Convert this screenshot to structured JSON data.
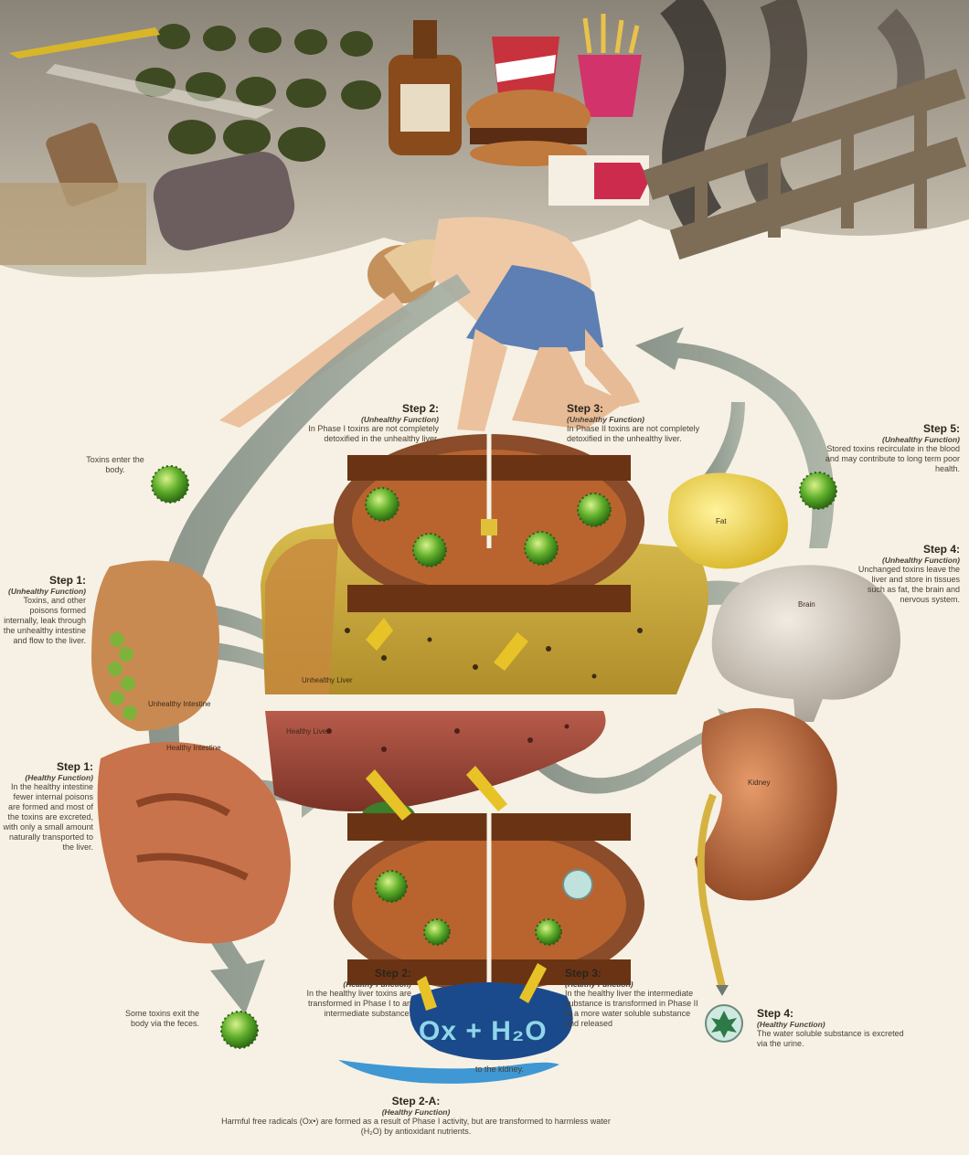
{
  "labels": {
    "fat": "Fat",
    "brain": "Brain",
    "unhealthy_liver": "Unhealthy Liver",
    "healthy_liver": "Healthy Liver",
    "unhealthy_intestine": "Unhealthy Intestine",
    "healthy_intestine": "Healthy Intestine",
    "kidney": "Kidney",
    "formula": "Ox + H₂O"
  },
  "captions": {
    "toxins_enter": "Toxins enter the body.",
    "step2_unhealthy": {
      "heading": "Step 2:",
      "sub": "(Unhealthy Function)",
      "body": "In Phase I toxins are not completely detoxified in the unhealthy liver."
    },
    "step3_unhealthy": {
      "heading": "Step 3:",
      "sub": "(Unhealthy Function)",
      "body": "In Phase II toxins are not completely detoxified in the unhealthy liver."
    },
    "step5_unhealthy": {
      "heading": "Step 5:",
      "sub": "(Unhealthy Function)",
      "body": "Stored toxins recirculate in the blood and may contribute to long term poor health."
    },
    "step4_unhealthy": {
      "heading": "Step 4:",
      "sub": "(Unhealthy Function)",
      "body": "Unchanged toxins leave the liver and store in tissues such as fat, the brain and nervous system."
    },
    "step1_unhealthy": {
      "heading": "Step 1:",
      "sub": "(Unhealthy Function)",
      "body": "Toxins, and other poisons formed internally, leak through the unhealthy intestine and flow to the liver."
    },
    "step1_healthy": {
      "heading": "Step 1:",
      "sub": "(Healthy Function)",
      "body": "In the healthy intestine fewer internal poisons are formed and most of the toxins are excreted, with only a small amount naturally transported to the liver."
    },
    "feces": "Some toxins exit the body via the feces.",
    "step2_healthy": {
      "heading": "Step 2:",
      "sub": "(Healthy Function)",
      "body": "In the healthy liver toxins are transformed in Phase I to an intermediate substance."
    },
    "step3_healthy": {
      "heading": "Step 3:",
      "sub": "(Healthy Function)",
      "body": "In the healthy liver the intermediate substance is transformed in Phase II to a more water soluble substance and released"
    },
    "to_kidney": "to the kidney.",
    "step4_healthy": {
      "heading": "Step 4:",
      "sub": "(Healthy Function)",
      "body": "The water soluble substance is excreted via the urine."
    },
    "step2a": {
      "heading": "Step 2-A:",
      "sub": "(Healthy Function)",
      "body": "Harmful free radicals (Ox•) are formed as a result of Phase I activity, but are transformed to harmless water (H₂O) by antioxidant nutrients."
    }
  }
}
